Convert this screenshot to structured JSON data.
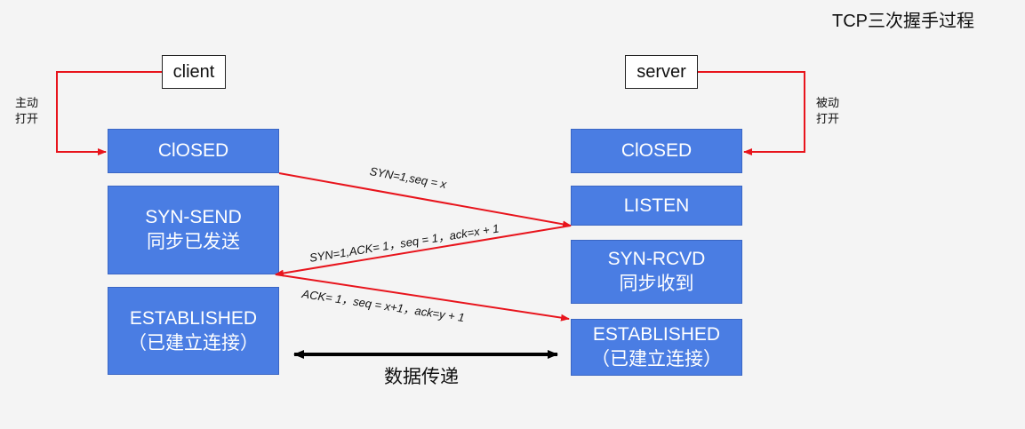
{
  "title": "TCP三次握手过程",
  "client": {
    "label": "client",
    "action": "主动打开",
    "states": [
      {
        "name": "ClOSED",
        "sub": ""
      },
      {
        "name": "SYN-SEND",
        "sub": "同步已发送"
      },
      {
        "name": "ESTABLISHED",
        "sub": "（已建立连接）"
      }
    ]
  },
  "server": {
    "label": "server",
    "action": "被动打开",
    "states": [
      {
        "name": "ClOSED",
        "sub": ""
      },
      {
        "name": "LISTEN",
        "sub": ""
      },
      {
        "name": "SYN-RCVD",
        "sub": "同步收到"
      },
      {
        "name": "ESTABLISHED",
        "sub": "（已建立连接）"
      }
    ]
  },
  "messages": {
    "syn": "SYN=1,seq = x",
    "synack": "SYN=1,ACK= 1，seq = 1，ack=x + 1",
    "ack": "ACK= 1，seq = x+1，ack=y + 1"
  },
  "data_transfer": "数据传递",
  "colors": {
    "state_fill": "#4a7de3",
    "arrow": "#e8141c",
    "data_arrow": "#000000"
  }
}
